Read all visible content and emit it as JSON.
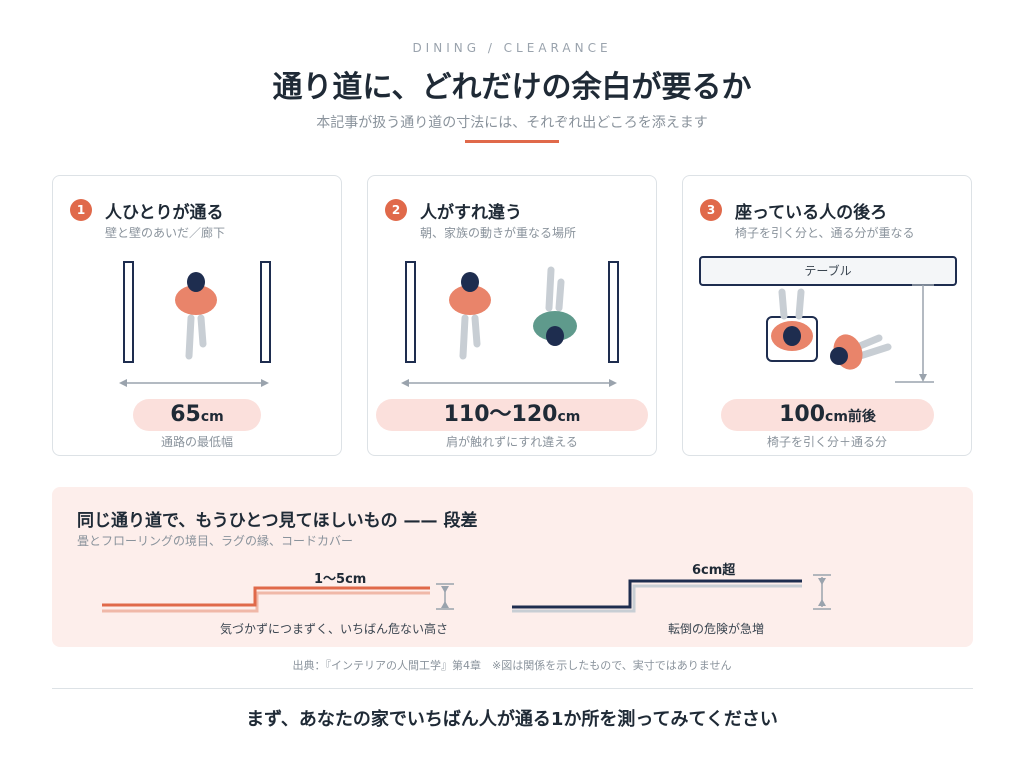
{
  "header": {
    "eyebrow": "DINING / CLEARANCE",
    "title": "通り道に、どれだけの余白が要るか",
    "subtitle": "本記事が扱う通り道の寸法には、それぞれ出どころを添えます"
  },
  "cards": [
    {
      "number": "1",
      "title": "人ひとりが通る",
      "subtitle": "壁と壁のあいだ／廊下",
      "value": "65",
      "unit": "cm",
      "suffix": "",
      "caption": "通路の最低幅"
    },
    {
      "number": "2",
      "title": "人がすれ違う",
      "subtitle": "朝、家族の動きが重なる場所",
      "value": "110〜120",
      "unit": "cm",
      "suffix": "",
      "caption": "肩が触れずにすれ違える"
    },
    {
      "number": "3",
      "title": "座っている人の後ろ",
      "subtitle": "椅子を引く分と、通る分が重なる",
      "table_label": "テーブル",
      "value": "100",
      "unit": "cm",
      "suffix": "前後",
      "caption": "椅子を引く分＋通る分"
    }
  ],
  "steps": {
    "title": "同じ通り道で、もうひとつ見てほしいもの —— 段差",
    "subtitle": "畳とフローリングの境目、ラグの縁、コードカバー",
    "small": {
      "label": "1〜5cm",
      "caption": "気づかずにつまずく、いちばん危ない高さ"
    },
    "large": {
      "label": "6cm超",
      "caption": "転倒の危険が急増"
    }
  },
  "source": "出典：『インテリアの人間工学』第4章　※図は関係を示したもので、実寸ではありません",
  "cta": "まず、あなたの家でいちばん人が通る1か所を測ってみてください",
  "colors": {
    "accent": "#e0694a",
    "navy": "#1e2d4f",
    "pill": "#fbe0dc",
    "band": "#fdeeeb",
    "teal": "#5f9a8c"
  }
}
